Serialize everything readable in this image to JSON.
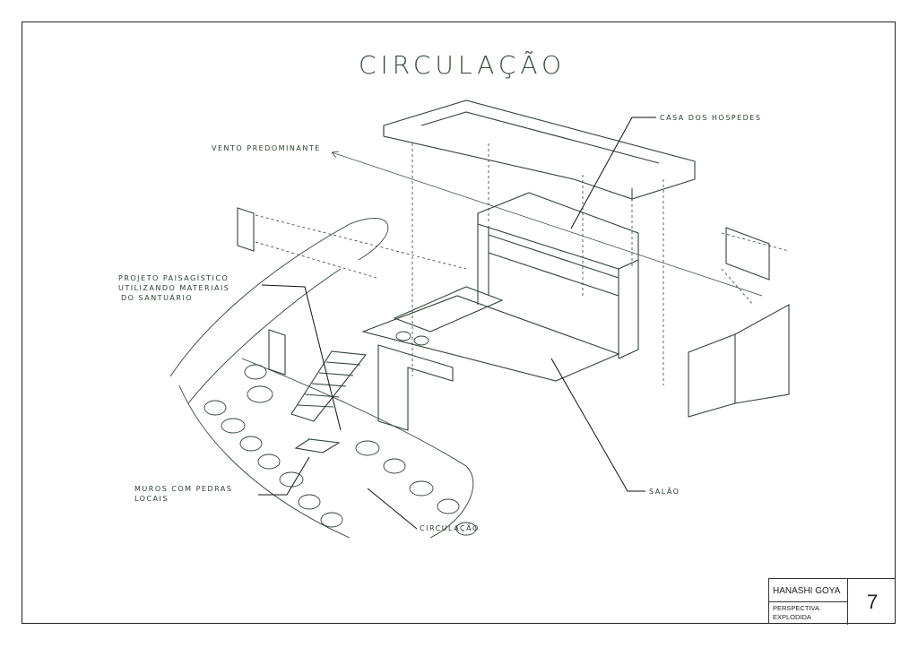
{
  "title": "CIRCULAÇÃO",
  "labels": {
    "casa": "CASA DOS HOSPEDES",
    "vento": "VENTO PREDOMINANTE",
    "projeto": [
      "PROJETO PAISAGÍSTICO",
      "UTILIZANDO MATERIAIS",
      "DO SANTUÁRIO"
    ],
    "muros": [
      "MUROS COM PEDRAS",
      "LOCAIS"
    ],
    "salao": "SALÃO",
    "circulacao": "CIRCULAÇÃO"
  },
  "title_block": {
    "author": "HANASHI GOYA",
    "sheet_title": [
      "PERSPECTIVA",
      "EXPLODIDA"
    ],
    "sheet_number": "7"
  }
}
